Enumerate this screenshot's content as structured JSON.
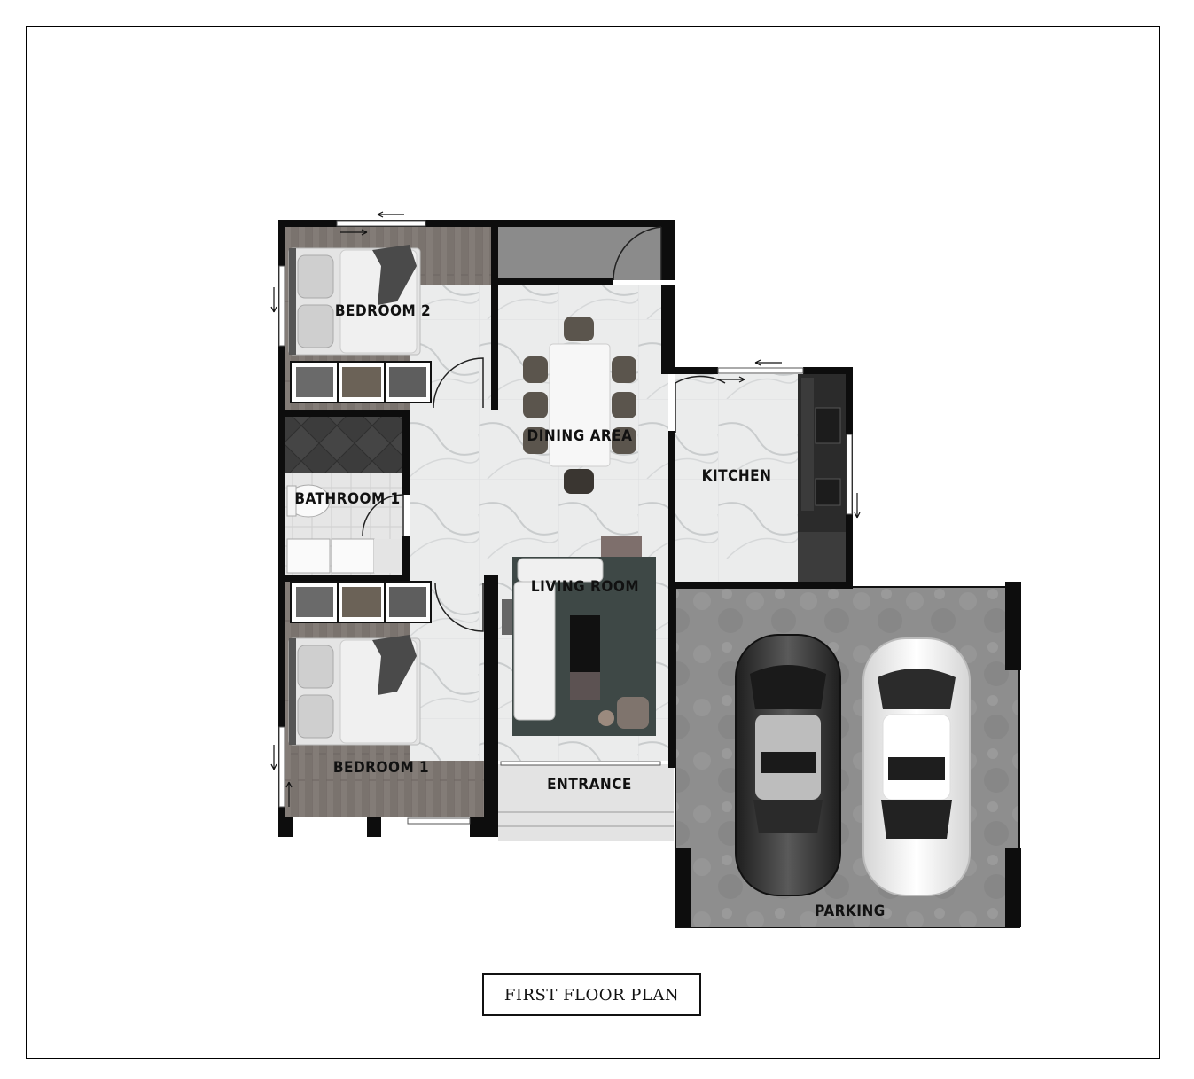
{
  "drawing": {
    "title": "FIRST FLOOR PLAN"
  },
  "rooms": {
    "bedroom2": "BEDROOM 2",
    "dining": "DINING AREA",
    "kitchen": "KITCHEN",
    "bathroom1": "BATHROOM 1",
    "living": "LIVING ROOM",
    "bedroom1": "BEDROOM 1",
    "entrance": "ENTRANCE",
    "parking": "PARKING"
  },
  "colors": {
    "wall": "#0d0d0d",
    "wood_floor": "#7b7470",
    "marble_floor": "#e9eaea",
    "concrete": "#8f8f8f",
    "dark_tile": "#3a3a3a",
    "rug": "#3e4846",
    "car_dark": "#3a3a3a",
    "car_white": "#f2f2f2"
  }
}
